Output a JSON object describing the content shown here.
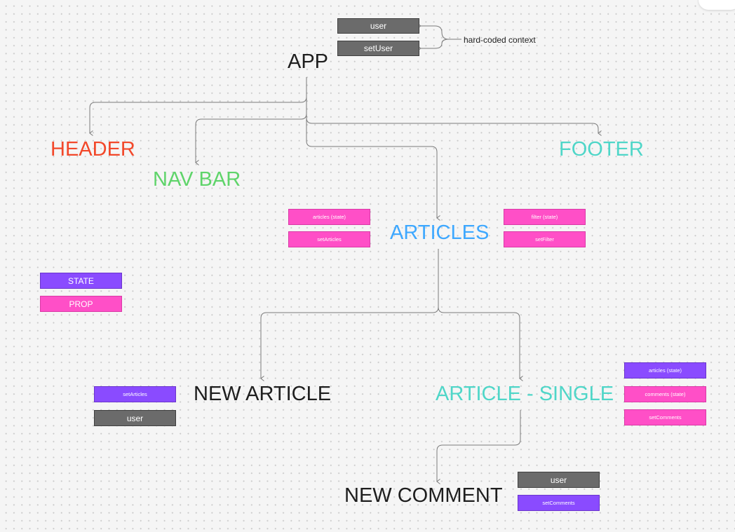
{
  "nodes": {
    "app": "APP",
    "header": "HEADER",
    "nav_bar": "NAV BAR",
    "footer": "FOOTER",
    "articles": "ARTICLES",
    "new_article": "NEW ARTICLE",
    "article_single": "ARTICLE - SINGLE",
    "new_comment": "NEW COMMENT"
  },
  "app_context": {
    "user": "user",
    "set_user": "setUser",
    "note": "hard-coded context"
  },
  "legend": {
    "state": "STATE",
    "prop": "PROP"
  },
  "articles_tags": {
    "articles_state": "articles (state)",
    "set_articles": "setArticles",
    "filter_state": "filter (state)",
    "set_filter": "setFilter"
  },
  "new_article_tags": {
    "set_articles": "setArticles",
    "user": "user"
  },
  "article_single_tags": {
    "articles_state": "articles (state)",
    "comments_state": "comments (state)",
    "set_comments": "setComments"
  },
  "new_comment_tags": {
    "user": "user",
    "set_comments": "setComments"
  },
  "colors": {
    "header": "#f2482a",
    "nav_bar": "#5fd46a",
    "footer": "#4fd6c8",
    "articles": "#3ea8ff",
    "article_single": "#4fd6c8",
    "dark_text": "#1e1e1e",
    "state_tag": "#8a4bff",
    "prop_tag": "#ff4fc7",
    "gray_tag": "#6b6b6b",
    "connector": "#7a7a7a"
  }
}
